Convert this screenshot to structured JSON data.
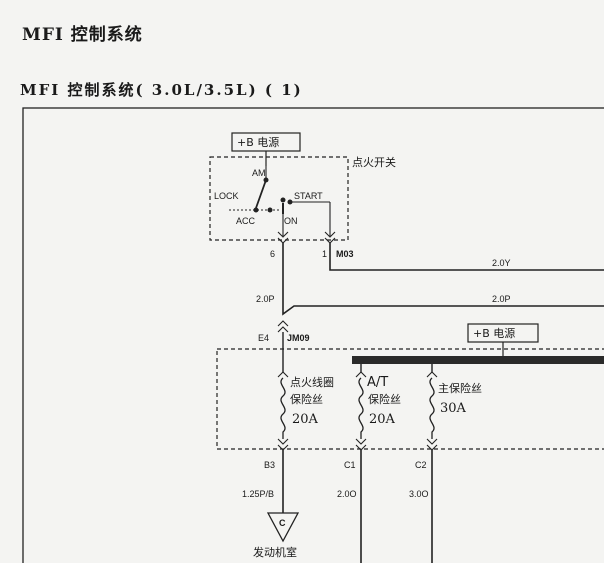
{
  "page": {
    "heading": "MFI 控制系统",
    "subheading": "MFI 控制系统( 3.0L/3.5L) ( 1)"
  },
  "diagram": {
    "power_box_top": "+B 电源",
    "ignition_switch": {
      "title": "点火开关",
      "positions": {
        "am": "AM",
        "lock": "LOCK",
        "acc": "ACC",
        "on": "ON",
        "start": "START"
      }
    },
    "connectors": {
      "pin_6": "6",
      "pin_1": "1",
      "m03": "M03",
      "e4": "E4",
      "jm09": "JM09",
      "b3": "B3",
      "c1": "C1",
      "c2": "C2"
    },
    "wires": {
      "w_2_0y": "2.0Y",
      "w_2_0p_upper": "2.0P",
      "w_2_0p_left": "2.0P",
      "w_1_25pb": "1.25P/B",
      "w_2_0o_a": "2.0O",
      "w_2_0o_b": "3.0O"
    },
    "power_box_right": "+B 电源",
    "fuses": [
      {
        "line1": "点火线圈",
        "line2": "保险丝",
        "rating": "20A"
      },
      {
        "line1": "A/T",
        "line2": "保险丝",
        "rating": "20A"
      },
      {
        "line1": "主保险丝",
        "line2": "",
        "rating": "30A"
      }
    ],
    "ground": {
      "symbol": "C",
      "location": "发动机室"
    }
  }
}
